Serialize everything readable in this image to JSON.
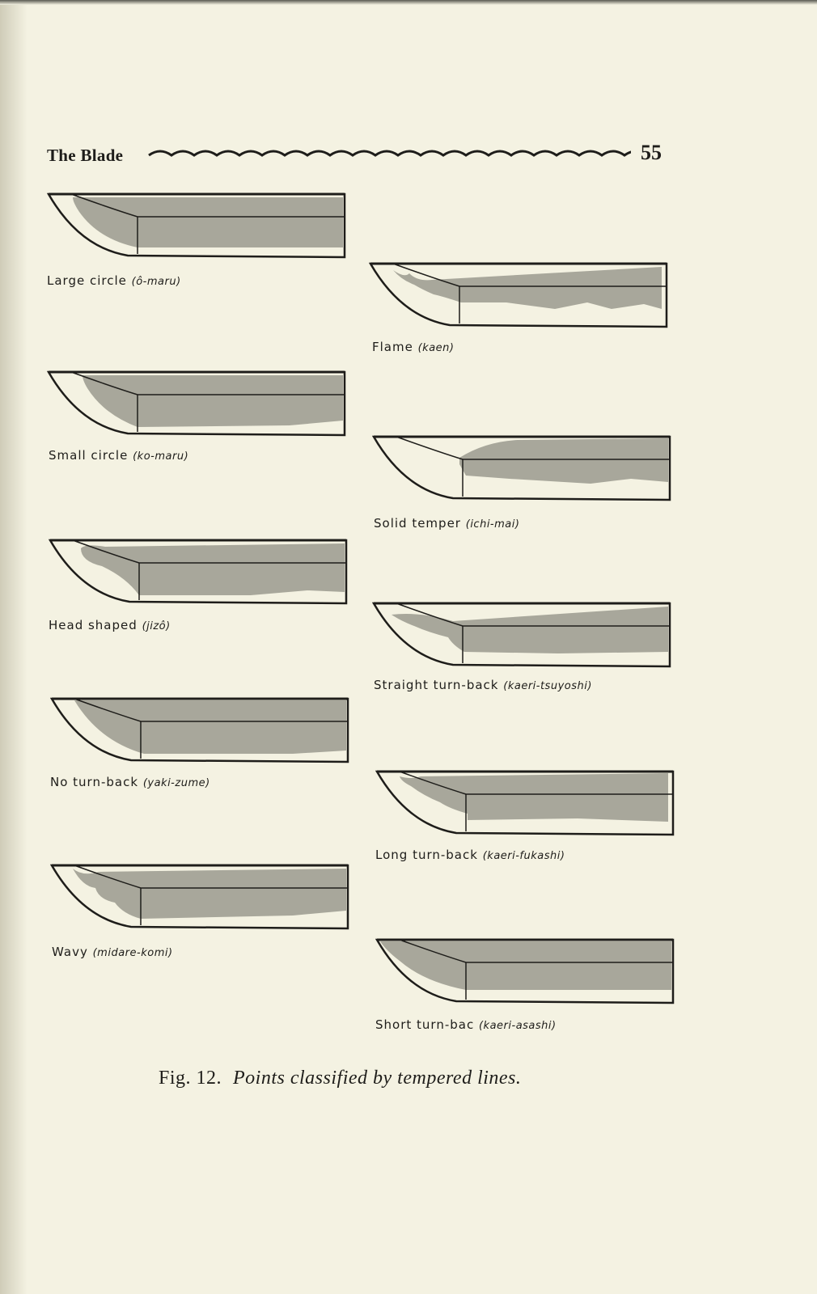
{
  "header": {
    "running_title": "The Blade",
    "page_number": "55"
  },
  "figure": {
    "label": "Fig. 12.",
    "title": "Points classified by tempered lines."
  },
  "points": [
    {
      "id": "large-circle",
      "name": "Large circle",
      "term": "(ô-maru)"
    },
    {
      "id": "flame",
      "name": "Flame",
      "term": "(kaen)"
    },
    {
      "id": "small-circle",
      "name": "Small circle",
      "term": "(ko-maru)"
    },
    {
      "id": "solid-temper",
      "name": "Solid temper",
      "term": "(ichi-mai)"
    },
    {
      "id": "head-shaped",
      "name": "Head shaped",
      "term": "(jizô)"
    },
    {
      "id": "straight-turn-back",
      "name": "Straight turn-back",
      "term": "(kaeri-tsuyoshi)"
    },
    {
      "id": "no-turn-back",
      "name": "No turn-back",
      "term": "(yaki-zume)"
    },
    {
      "id": "long-turn-back",
      "name": "Long turn-back",
      "term": "(kaeri-fukashi)"
    },
    {
      "id": "wavy",
      "name": "Wavy",
      "term": "(midare-komi)"
    },
    {
      "id": "short-turn-back",
      "name": "Short turn-bac",
      "term": "(kaeri-asashi)"
    }
  ],
  "colors": {
    "paper": "#f4f2e2",
    "ink": "#1e1d1a",
    "temper_shading": "#9a9a8e"
  }
}
